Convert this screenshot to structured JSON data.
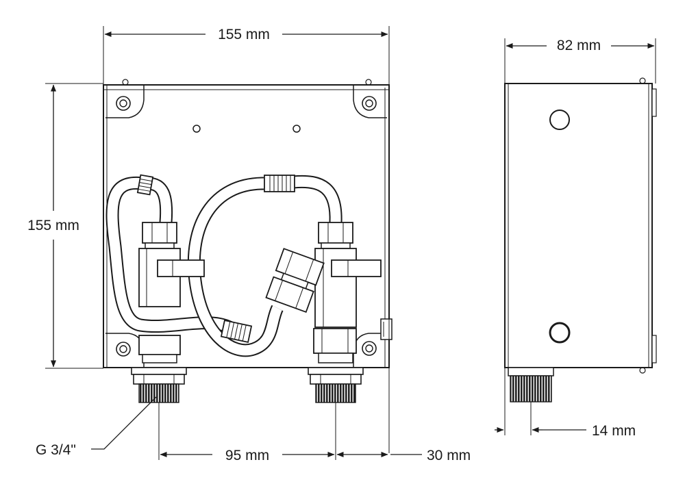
{
  "dimensions": {
    "front_width": "155 mm",
    "front_height": "155 mm",
    "side_depth": "82 mm",
    "thread": "G 3/4\"",
    "outlet_spacing": "95 mm",
    "outlet_edge_offset": "30 mm",
    "side_outlet_offset": "14 mm"
  },
  "colors": {
    "line": "#1a1a1a",
    "background": "#ffffff",
    "thread": "#222222"
  }
}
